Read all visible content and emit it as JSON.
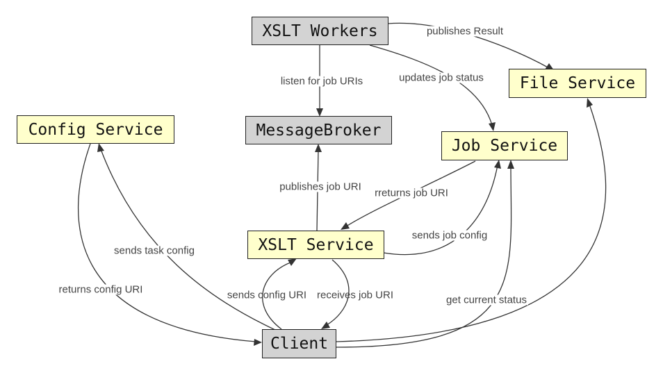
{
  "nodes": {
    "xslt_workers": "XSLT Workers",
    "file_service": "File Service",
    "config_service": "Config Service",
    "message_broker": "MessageBroker",
    "job_service": "Job Service",
    "xslt_service": "XSLT Service",
    "client": "Client"
  },
  "edges": {
    "publishes_result": "publishes Result",
    "listen_for_job_uris": "listen for job URIs",
    "updates_job_status": "updates job status",
    "publishes_job_uri": "publishes job URI",
    "returns_job_uri": "rreturns job URI",
    "sends_job_config": "sends job config",
    "sends_task_config": "sends task config",
    "returns_config_uri": "returns config URI",
    "sends_config_uri": "sends config URI",
    "receives_job_uri": "receives job URI",
    "get_current_status": "get current status"
  },
  "colors": {
    "gray_node": "#d3d3d3",
    "yellow_node": "#ffffcc",
    "edge": "#333333",
    "label": "#444444"
  }
}
